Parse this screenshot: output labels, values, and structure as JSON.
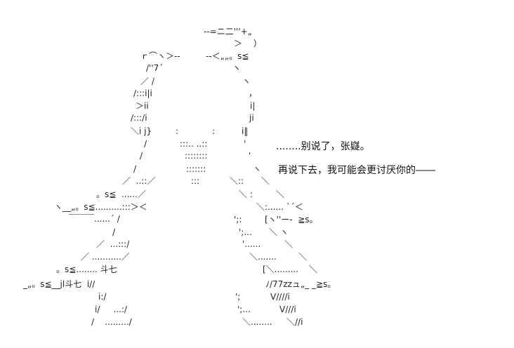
{
  "art": [
    "--=ニ二'''+„",
    "＞　 ）",
    "ｒ⌒ヽ＞--",
    "--＜„„。s≦",
    "/''7´",
    "ヽ",
    "／ /",
    "ヽ",
    "/:::i|i",
    "，",
    "＞ii",
    "i|",
    "/:::/i",
    "ji",
    "＼i j}",
    ":",
    ":",
    "i‖",
    "/",
    ":::.. ..::",
    "'",
    "/",
    "::::::::",
    "'",
    "/",
    ":::::::",
    "ヽ",
    "／  ..::／",
    ":::",
    "＼::",
    "＼",
    "。s≦  ......／",
    "＼ :",
    "＼",
    "ヽ__„。s≦..........:::＞＜",
    "＼:...... `´＜",
    "￣￣￣......´ /",
    "';:",
    "[ヽ''ー-  ≧s。",
    "/",
    "';...",
    "＼ ヽ",
    "／  ...:::/",
    "'......",
    "＼",
    "／ ...........／",
    "＼.......",
    "＼",
    "。s≦........ 斗七",
    "[＼.........",
    "＼",
    "_„。s≦__jl斗七  i//",
    "ﾉ/77zzュ„_ _≧s。",
    "i:/",
    "';",
    "V////i",
    "i/     ...:/",
    "';...",
    "V///i",
    "/    ........./",
    "＼........",
    "＼//i"
  ],
  "dialogue": {
    "line1": "........别说了，张嶷。",
    "line2": "再说下去，我可能会更讨厌你的――"
  }
}
